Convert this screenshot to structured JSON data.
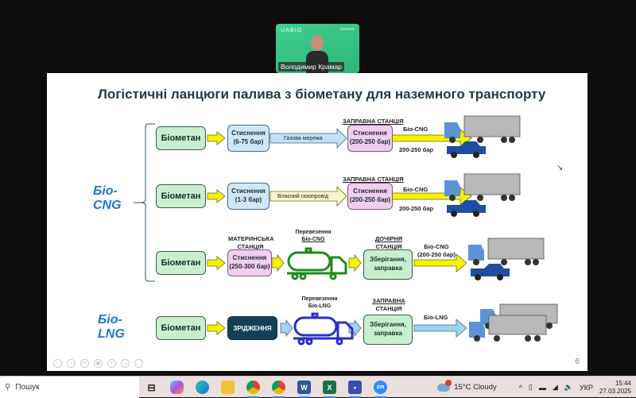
{
  "video": {
    "logo": "UABIO",
    "participant_name": "Володимир Крамар"
  },
  "slide": {
    "title": "Логістичні ланцюги палива з біометану для наземного транспорту",
    "page_number": "6",
    "groups": {
      "cng": "Біо-\nCNG",
      "lng": "Біо-\nLNG"
    },
    "rows": [
      {
        "source": "Біометан",
        "compression": "Стиснення\n(6-75 бар)",
        "pipe": "Газова мережа",
        "station_label": "ЗАПРАВНА СТАНЦІЯ",
        "station": "Стиснення\n(200-250 бар)",
        "fuel": "Біо-CNG",
        "pressure": "200-250 бар"
      },
      {
        "source": "Біометан",
        "compression": "Стиснення\n(1-3 бар)",
        "pipe": "Власний газопровід",
        "station_label": "ЗАПРАВНА СТАНЦІЯ",
        "station": "Стиснення\n(200-250 бар)",
        "fuel": "Біо-CNG",
        "pressure": "200-250 бар"
      },
      {
        "source": "Біометан",
        "mother_label_1": "МАТЕРИНСЬКА",
        "mother_label_2": "СТАНЦІЯ",
        "compression": "Стиснення\n(250-300 бар)",
        "transport_label_1": "Перевезення",
        "transport_label_2": "Біо-CNG",
        "daughter_label_1": "ДОЧІРНЯ",
        "daughter_label_2": "СТАНЦІЯ",
        "station": "Зберігання,\nзаправка",
        "fuel": "Біо-CNG",
        "pressure": "(200-250 бар)"
      },
      {
        "source": "Біометан",
        "liquefaction": "ЗРІДЖЕННЯ",
        "transport_label_1": "Перевезення",
        "transport_label_2": "Біо-LNG",
        "station_label_1": "ЗАПРАВНА",
        "station_label_2": "СТАНЦІЯ",
        "station": "Зберігання,\nзаправка",
        "fuel": "Біо-LNG"
      }
    ]
  },
  "colors": {
    "yellow_arrow": "#f5f200",
    "blue_arrow": "#9fd3f0",
    "group_text": "#1b7ac9",
    "cng_tanker": "#1f8a1f",
    "lng_tanker": "#2b2bcc"
  },
  "taskbar": {
    "search_placeholder": "Пошук",
    "weather": "15°C  Cloudy",
    "language": "УКР",
    "time": "15:44",
    "date": "27.03.2025",
    "icons": [
      "task-view-icon",
      "copilot-icon",
      "edge-icon",
      "file-explorer-icon",
      "chrome-icon",
      "chrome-icon",
      "word-icon",
      "excel-icon",
      "save-icon",
      "zoom-icon"
    ]
  }
}
